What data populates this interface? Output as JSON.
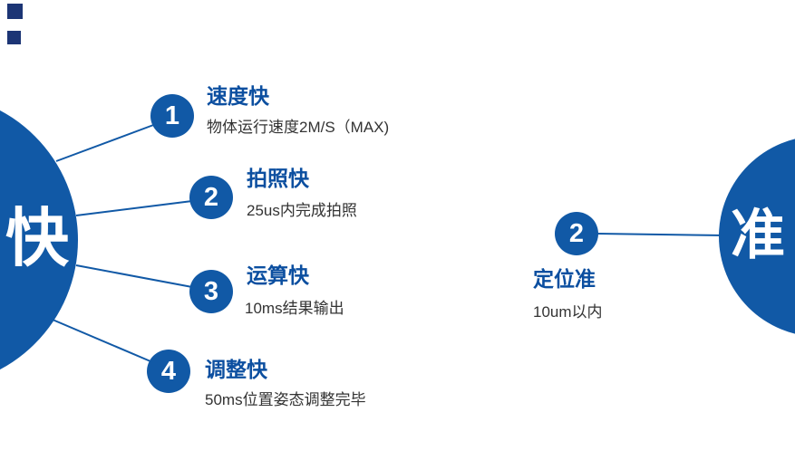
{
  "colors": {
    "primary": "#1159a6",
    "title": "#0c4fa0",
    "subtitle": "#333333",
    "square": "#1c3575"
  },
  "left": {
    "char": "快",
    "items": [
      {
        "num": "1",
        "title": "速度快",
        "desc": "物体运行速度2M/S（MAX)"
      },
      {
        "num": "2",
        "title": "拍照快",
        "desc": "25us内完成拍照"
      },
      {
        "num": "3",
        "title": "运算快",
        "desc": "10ms结果输出"
      },
      {
        "num": "4",
        "title": "调整快",
        "desc": "50ms位置姿态调整完毕"
      }
    ]
  },
  "right": {
    "char": "准",
    "item": {
      "num": "2",
      "title": "定位准",
      "desc": "10um以内"
    }
  }
}
